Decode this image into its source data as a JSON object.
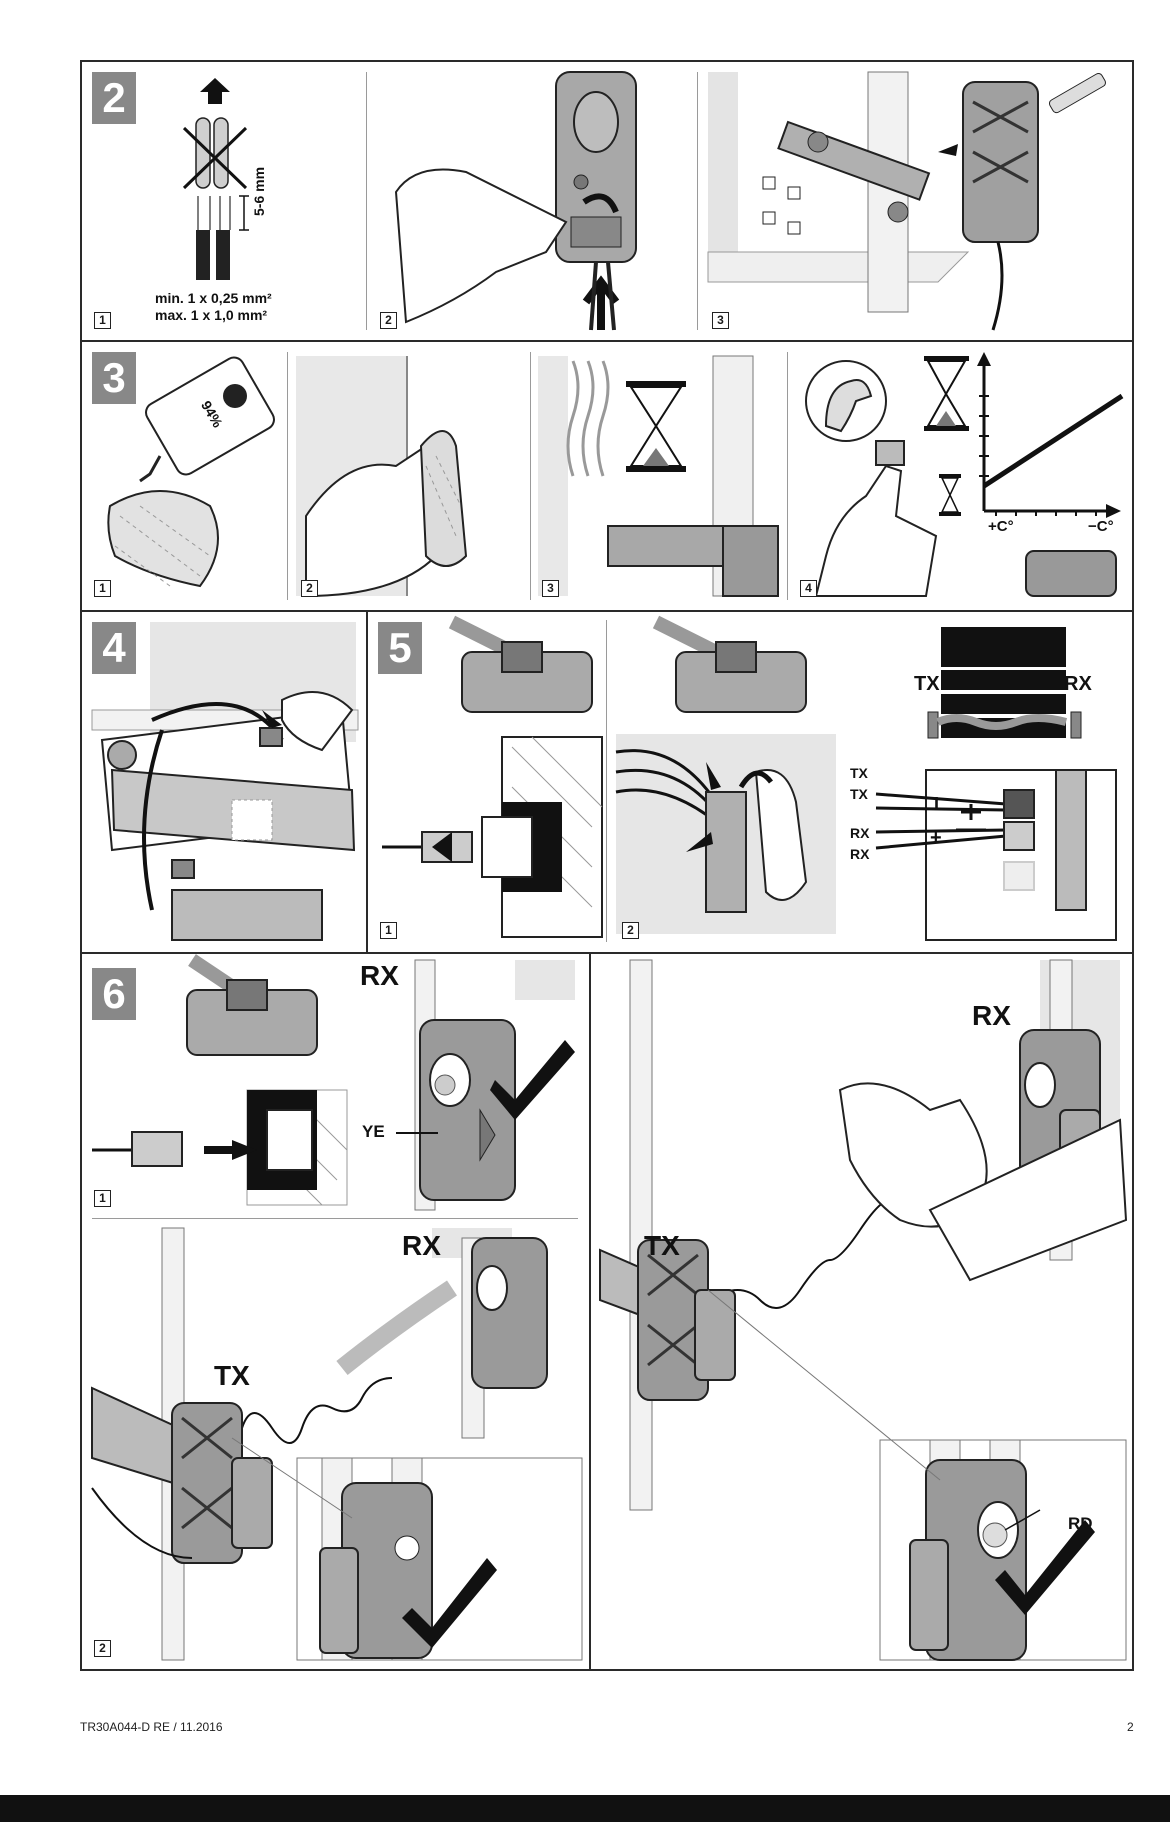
{
  "steps": {
    "s2": {
      "number": "2",
      "wire_spec": "5-6 mm",
      "min": "min.  1 x 0,25 mm²",
      "max": "max.  1 x 1,0 mm²",
      "sub": [
        "1",
        "2",
        "3"
      ]
    },
    "s3": {
      "number": "3",
      "bottle_label": "94%",
      "temp_plus": "+C°",
      "temp_minus": "−C°",
      "sub": [
        "1",
        "2",
        "3",
        "4"
      ]
    },
    "s4": {
      "number": "4"
    },
    "s5": {
      "number": "5",
      "tx": "TX",
      "rx": "RX",
      "wiring": [
        "TX",
        "TX",
        "RX",
        "RX"
      ],
      "sub": [
        "1",
        "2"
      ]
    },
    "s6": {
      "number": "6",
      "rx": "RX",
      "tx": "TX",
      "ye": "YE",
      "rd": "RD",
      "sub": [
        "1",
        "2"
      ]
    }
  },
  "footer": {
    "doc_id": "TR30A044-D  RE / 11.2016",
    "page": "2"
  },
  "colors": {
    "step_badge": "#888888",
    "frame": "#2a2a2a",
    "device": "#9a9a9a",
    "bottom_bar": "#111111"
  }
}
